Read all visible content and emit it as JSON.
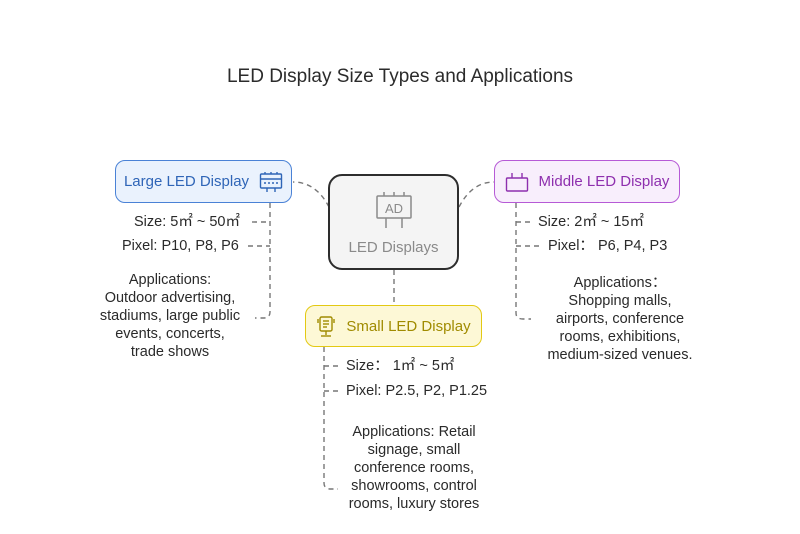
{
  "title": "LED Display Size Types and Applications",
  "center": {
    "label": "LED Displays",
    "icon_text": "AD",
    "icon": "billboard-icon"
  },
  "large": {
    "label": "Large LED Display",
    "icon": "led-panel-icon",
    "size": "Size: 5㎡ ~ 50㎡",
    "pixel": "Pixel: P10, P8, P6",
    "applications": [
      "Applications:",
      "Outdoor advertising,",
      "stadiums, large public",
      "events, concerts,",
      "trade shows"
    ]
  },
  "middle": {
    "label": "Middle LED Display",
    "icon": "monitor-icon",
    "size": "Size: 2㎡ ~ 15㎡",
    "pixel": "Pixel：  P6, P4, P3",
    "applications": [
      "Applications：",
      "Shopping malls,",
      "airports, conference",
      "rooms, exhibitions,",
      "medium-sized venues."
    ]
  },
  "small": {
    "label": "Small LED Display",
    "icon": "kiosk-icon",
    "size": "Size：  1㎡ ~ 5㎡",
    "pixel": "Pixel: P2.5, P2, P1.25",
    "applications": [
      "Applications: Retail",
      "signage, small",
      "conference rooms,",
      "showrooms, control",
      "rooms, luxury stores"
    ]
  },
  "colors": {
    "large": "#4a82d6",
    "middle": "#b65ad6",
    "small": "#e3c913",
    "center": "#2d2d2d",
    "connector": "#777777"
  }
}
